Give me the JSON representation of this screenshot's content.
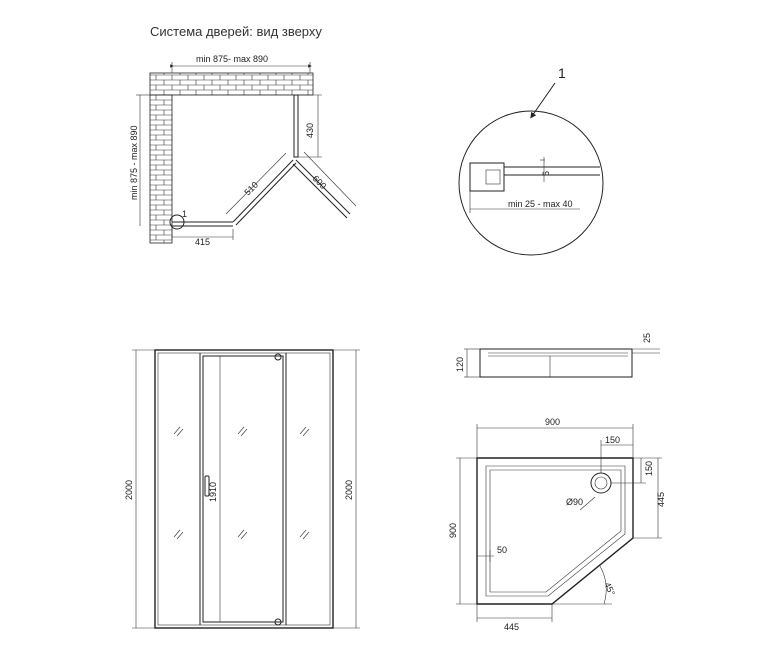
{
  "title": "Система дверей: вид зверху",
  "plan": {
    "width": "min 875- max 890",
    "height": "min 875 - max 890",
    "d430": "430",
    "d510": "510",
    "d600": "600",
    "d415": "415",
    "callout": "1"
  },
  "detail": {
    "callout": "1",
    "d6": "6",
    "range": "min 25 - max 40"
  },
  "front": {
    "h2000_left": "2000",
    "h1910": "1910",
    "h2000_right": "2000"
  },
  "tray_side": {
    "d120": "120",
    "d25": "25"
  },
  "tray_top": {
    "d900_top": "900",
    "d150_top": "150",
    "d150_right": "150",
    "d445_right": "445",
    "d90": "Ø90",
    "d900_left": "900",
    "d50": "50",
    "d45deg": "45°",
    "d445_bottom": "445"
  }
}
